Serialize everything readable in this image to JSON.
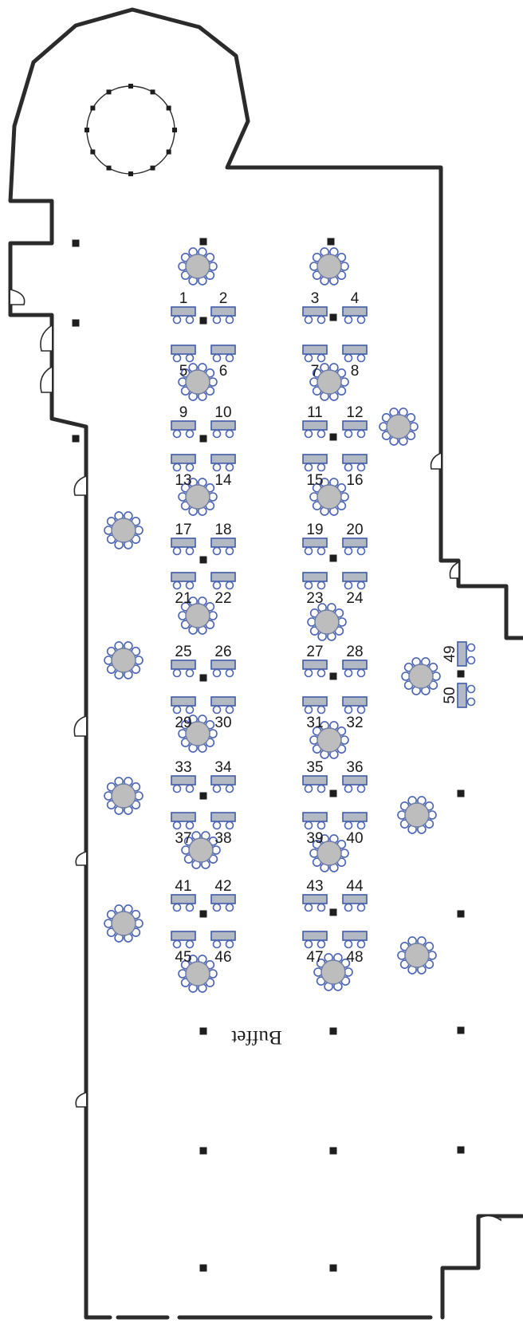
{
  "floorplan": {
    "area_label": "Buffet",
    "tables": [
      {
        "label": "1"
      },
      {
        "label": "2"
      },
      {
        "label": "3"
      },
      {
        "label": "4"
      },
      {
        "label": "5"
      },
      {
        "label": "6"
      },
      {
        "label": "7"
      },
      {
        "label": "8"
      },
      {
        "label": "9"
      },
      {
        "label": "10"
      },
      {
        "label": "11"
      },
      {
        "label": "12"
      },
      {
        "label": "13"
      },
      {
        "label": "14"
      },
      {
        "label": "15"
      },
      {
        "label": "16"
      },
      {
        "label": "17"
      },
      {
        "label": "18"
      },
      {
        "label": "19"
      },
      {
        "label": "20"
      },
      {
        "label": "21"
      },
      {
        "label": "22"
      },
      {
        "label": "23"
      },
      {
        "label": "24"
      },
      {
        "label": "25"
      },
      {
        "label": "26"
      },
      {
        "label": "27"
      },
      {
        "label": "28"
      },
      {
        "label": "29"
      },
      {
        "label": "30"
      },
      {
        "label": "31"
      },
      {
        "label": "32"
      },
      {
        "label": "33"
      },
      {
        "label": "34"
      },
      {
        "label": "35"
      },
      {
        "label": "36"
      },
      {
        "label": "37"
      },
      {
        "label": "38"
      },
      {
        "label": "39"
      },
      {
        "label": "40"
      },
      {
        "label": "41"
      },
      {
        "label": "42"
      },
      {
        "label": "43"
      },
      {
        "label": "44"
      },
      {
        "label": "45"
      },
      {
        "label": "46"
      },
      {
        "label": "47"
      },
      {
        "label": "48"
      }
    ],
    "side_tables": [
      {
        "label": "49"
      },
      {
        "label": "50"
      }
    ],
    "colors": {
      "wall": "#2b2b2b",
      "round_table_fill": "#bdbdbd",
      "chair_outline": "#4a63b5",
      "desk_fill": "#b3b9c3",
      "pillar": "#1e1e1e"
    }
  }
}
